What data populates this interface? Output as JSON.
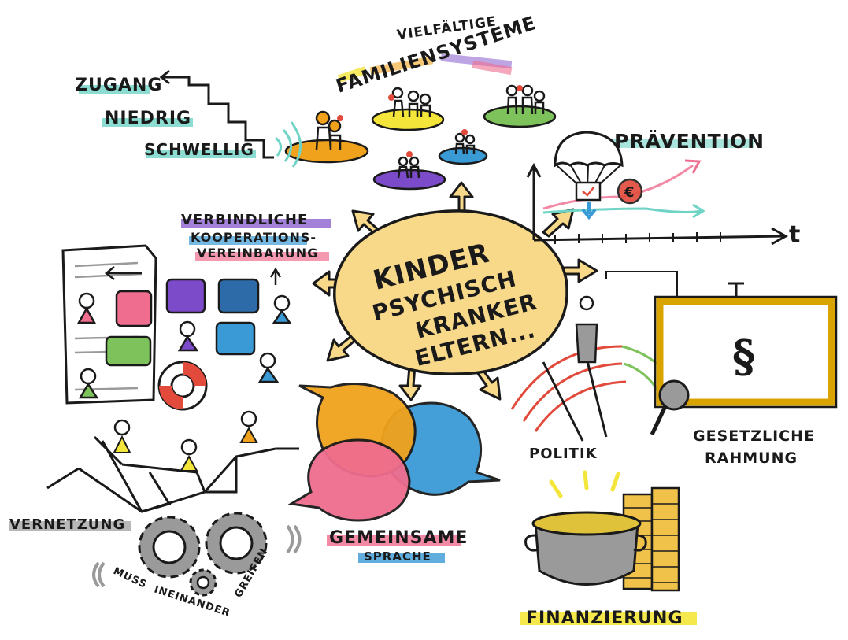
{
  "center": {
    "line1": "KINDER",
    "line2": "PSYCHISCH",
    "line3": "KRANKER",
    "line4": "ELTERN..."
  },
  "topics": {
    "familien_small": "VIELFÄLTIGE",
    "familien_big": "FAMILIENSYSTEME",
    "zugang": "ZUGANG",
    "niedrig": "NIEDRIG",
    "schwellig": "SCHWELLIG",
    "praevention": "PRÄVENTION",
    "axis_t": "t",
    "verbindliche": "VERBINDLICHE",
    "kooperations": "KOOPERATIONS-",
    "vereinbarung": "VEREINBARUNG",
    "paragraph": "§",
    "politik": "POLITIK",
    "gesetzliche": "GESETZLICHE",
    "rahmung": "RAHMUNG",
    "vernetzung": "VERNETZUNG",
    "muss_1": "MUSS",
    "muss_2": "INEINANDER",
    "muss_3": "GREIFEN",
    "gemeinsame": "GEMEINSAME",
    "sprache": "SPRACHE",
    "finanzierung": "FINANZIERUNG"
  },
  "colors": {
    "center_fill": "#f8d98a",
    "orange": "#f0a21c",
    "yellow": "#f3e53a",
    "green": "#7dc25a",
    "purple": "#7c4bc9",
    "blue": "#3a9ad6",
    "pink": "#ef6d8f",
    "teal": "#6fd3c6",
    "red": "#e24a3b",
    "gray": "#9a9a9a"
  }
}
